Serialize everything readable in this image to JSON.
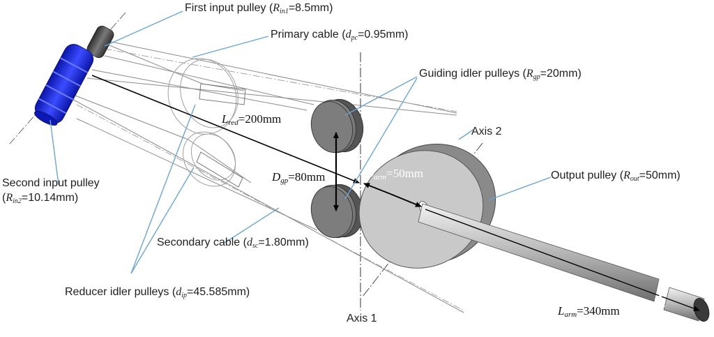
{
  "labels": {
    "first_input_pulley": {
      "pre": "First input pulley (",
      "sym": "R",
      "sub": "in1",
      "post": "=8.5mm)"
    },
    "primary_cable": {
      "pre": "Primary cable (",
      "sym": "d",
      "sub": "pc",
      "post": "=0.95mm)"
    },
    "guiding_idler_pulleys": {
      "pre": "Guiding idler pulleys (",
      "sym": "R",
      "sub": "gp",
      "post": "=20mm)"
    },
    "axis2": "Axis 2",
    "output_pulley": {
      "pre": "Output pulley (",
      "sym": "R",
      "sub": "out",
      "post": "=50mm)"
    },
    "second_input_pulley": {
      "line1": "Second input pulley",
      "pre": "(",
      "sym": "R",
      "sub": "in2",
      "post": "=10.14mm)"
    },
    "secondary_cable": {
      "pre": "Secondary cable (",
      "sym": "d",
      "sub": "sc",
      "post": "=1.80mm)"
    },
    "reducer_idler_pulleys": {
      "pre": "Reducer idler pulleys (",
      "sym": "d",
      "sub": "ip",
      "post": "=45.585mm)"
    },
    "axis1": "Axis 1"
  },
  "dimensions": {
    "l_red": {
      "sym": "L",
      "sub": "red",
      "post": "=200mm"
    },
    "d_gp": {
      "sym": "D",
      "sub": "gp",
      "post": "=80mm"
    },
    "d_arm": {
      "sym": "D",
      "sub": "arm",
      "post": "=50mm"
    },
    "l_arm": {
      "sym": "L",
      "sub": "arm",
      "post": "=340mm"
    }
  },
  "colors": {
    "leader": "#6aa6d6",
    "input_blue": "#1f2fe8",
    "metal_dark": "#5a5a5a",
    "metal_mid": "#8c8c8c",
    "metal_light": "#d9d9d9",
    "outline": "#9a9a9a"
  }
}
